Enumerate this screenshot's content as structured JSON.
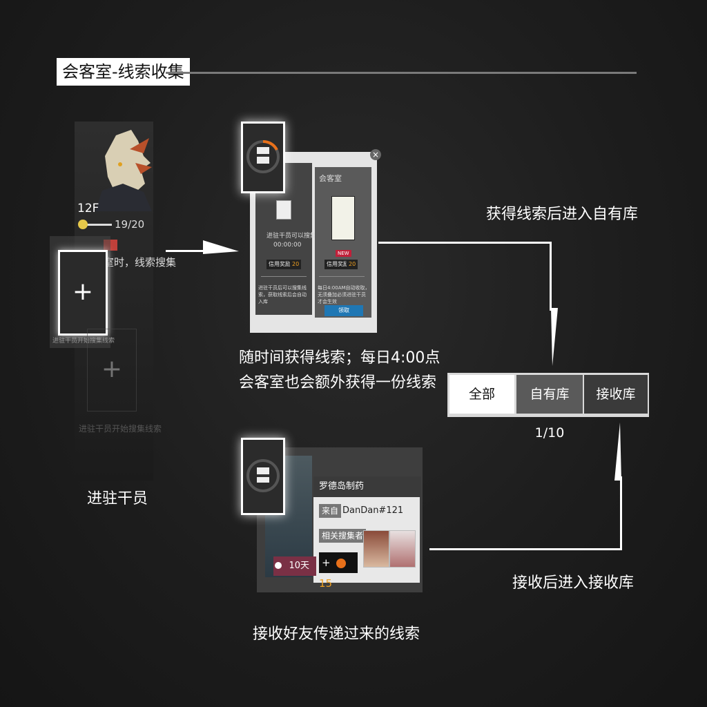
{
  "header": {
    "title": "会客室-线索收集"
  },
  "left": {
    "floor": "12F",
    "count": "19/20",
    "status_text": "室时，线索搜集",
    "slot_caption": "进驻干员开始搜集线索",
    "ghost_caption": "进驻干员开始搜集线索",
    "label": "进驻干员"
  },
  "clue_card": {
    "left_text": "进驻干员可以搜集线索",
    "left_timer": "00:00:00",
    "left_badge": "信用奖励",
    "left_badge_value": "20",
    "left_note": "进驻干员后可以搜集线索，获取线索后会自动入库",
    "right_title": "会客室",
    "new_tag": "NEW",
    "right_badge": "信用奖励",
    "right_badge_value": "20",
    "right_note": "每日4:00AM自动收取，无须叠加必须进驻干员才会生效",
    "claim_button": "领取",
    "close": "×"
  },
  "caption_top": [
    "随时间获得线索；每日4:00点",
    "会客室也会额外获得一份线索"
  ],
  "flow_top_label": "获得线索后进入自有库",
  "tabs": [
    "全部",
    "自有库1/10",
    "接收库"
  ],
  "shared_card": {
    "title": "罗德岛制药",
    "from_label": "来自",
    "from_name": "DanDan#121",
    "collectors_label": "相关搜集者",
    "time_left": "10天",
    "reward_plus": "+",
    "reward_value": "15"
  },
  "flow_bottom_label": "接收后进入接收库",
  "caption_bottom": "接收好友传递过来的线索",
  "colors": {
    "accent_orange": "#e8701a",
    "tag_red": "#c0403a",
    "time_tag": "#7a3045",
    "claim_blue": "#1f77b4"
  }
}
